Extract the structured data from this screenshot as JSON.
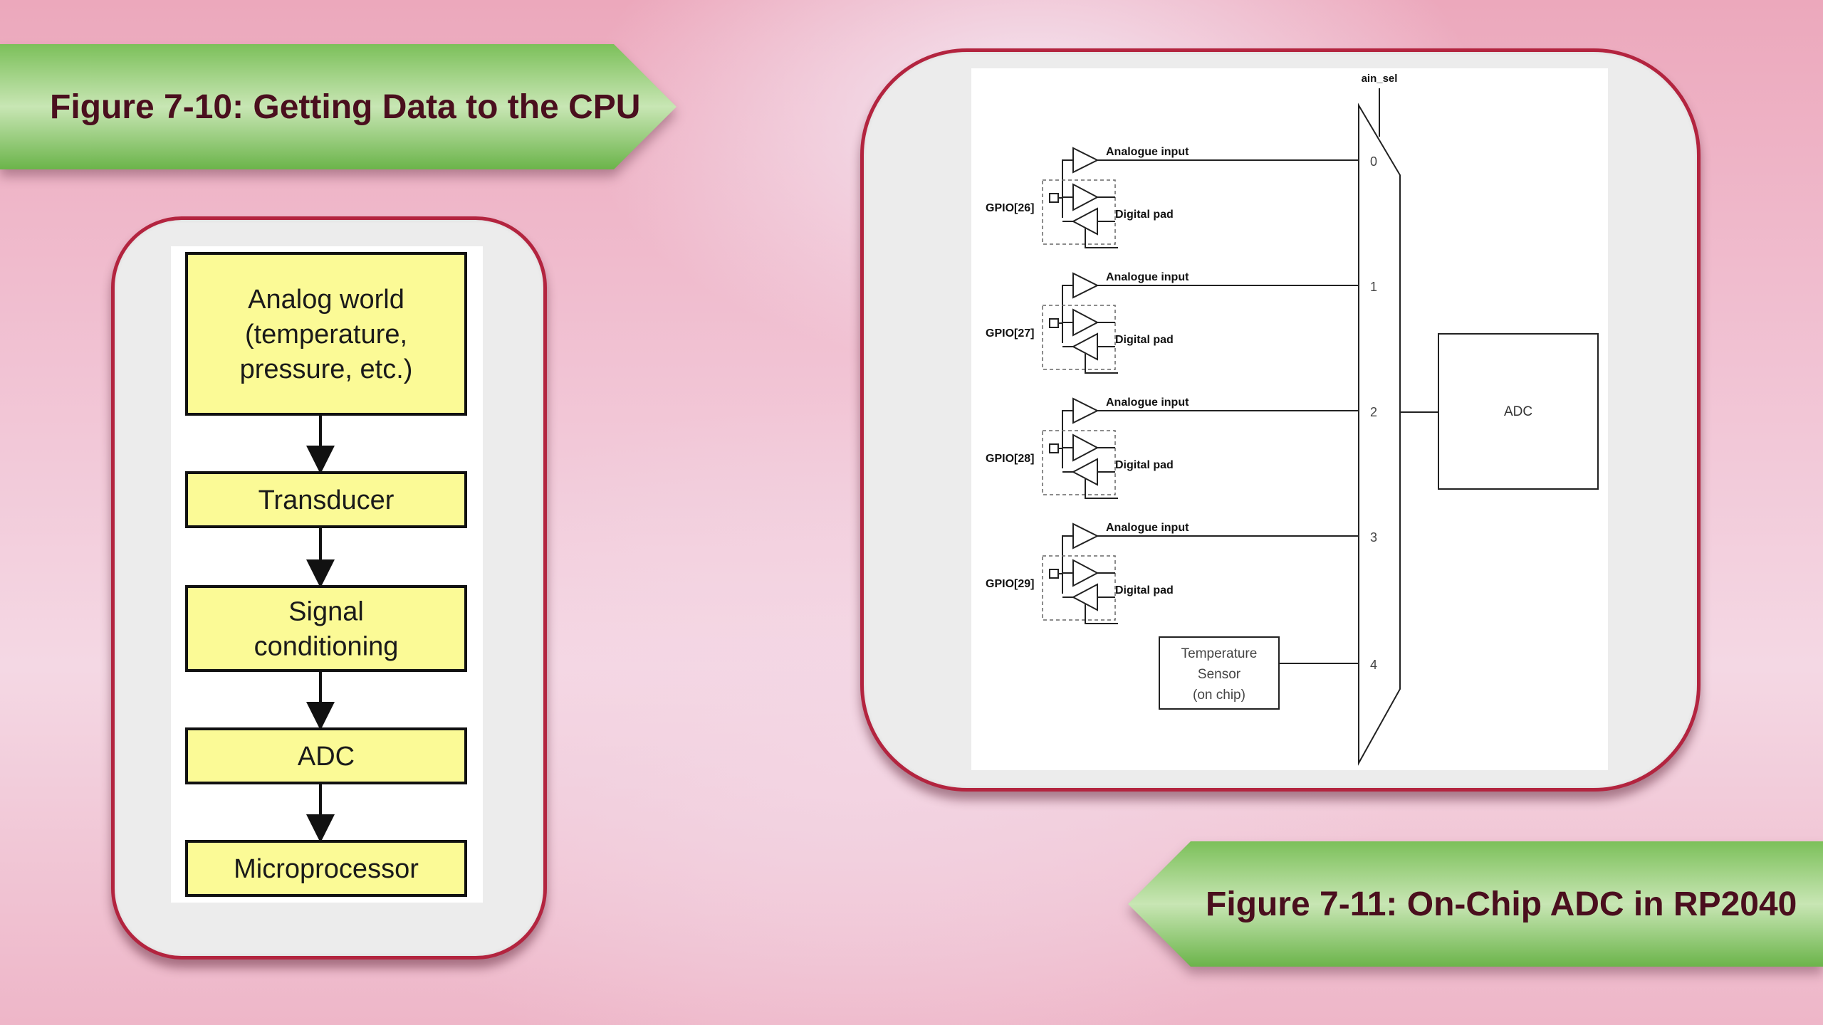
{
  "banner_left": {
    "title": "Figure 7-10: Getting Data to the CPU"
  },
  "banner_right": {
    "title": "Figure 7-11: On-Chip ADC in RP2040"
  },
  "flowchart": {
    "boxes": [
      {
        "lines": [
          "Analog world",
          "(temperature,",
          "pressure, etc.)"
        ]
      },
      {
        "lines": [
          "Transducer"
        ]
      },
      {
        "lines": [
          "Signal",
          "conditioning"
        ]
      },
      {
        "lines": [
          "ADC"
        ]
      },
      {
        "lines": [
          "Microprocessor"
        ]
      }
    ]
  },
  "adc_diagram": {
    "select_label": "ain_sel",
    "gpios": [
      {
        "pin": "GPIO[26]",
        "analog": "Analogue input",
        "digital": "Digital pad",
        "mux_input": "0"
      },
      {
        "pin": "GPIO[27]",
        "analog": "Analogue input",
        "digital": "Digital pad",
        "mux_input": "1"
      },
      {
        "pin": "GPIO[28]",
        "analog": "Analogue input",
        "digital": "Digital pad",
        "mux_input": "2"
      },
      {
        "pin": "GPIO[29]",
        "analog": "Analogue input",
        "digital": "Digital pad",
        "mux_input": "3"
      }
    ],
    "temp_sensor": {
      "lines": [
        "Temperature",
        "Sensor",
        "(on chip)"
      ],
      "mux_input": "4"
    },
    "adc_label": "ADC"
  }
}
